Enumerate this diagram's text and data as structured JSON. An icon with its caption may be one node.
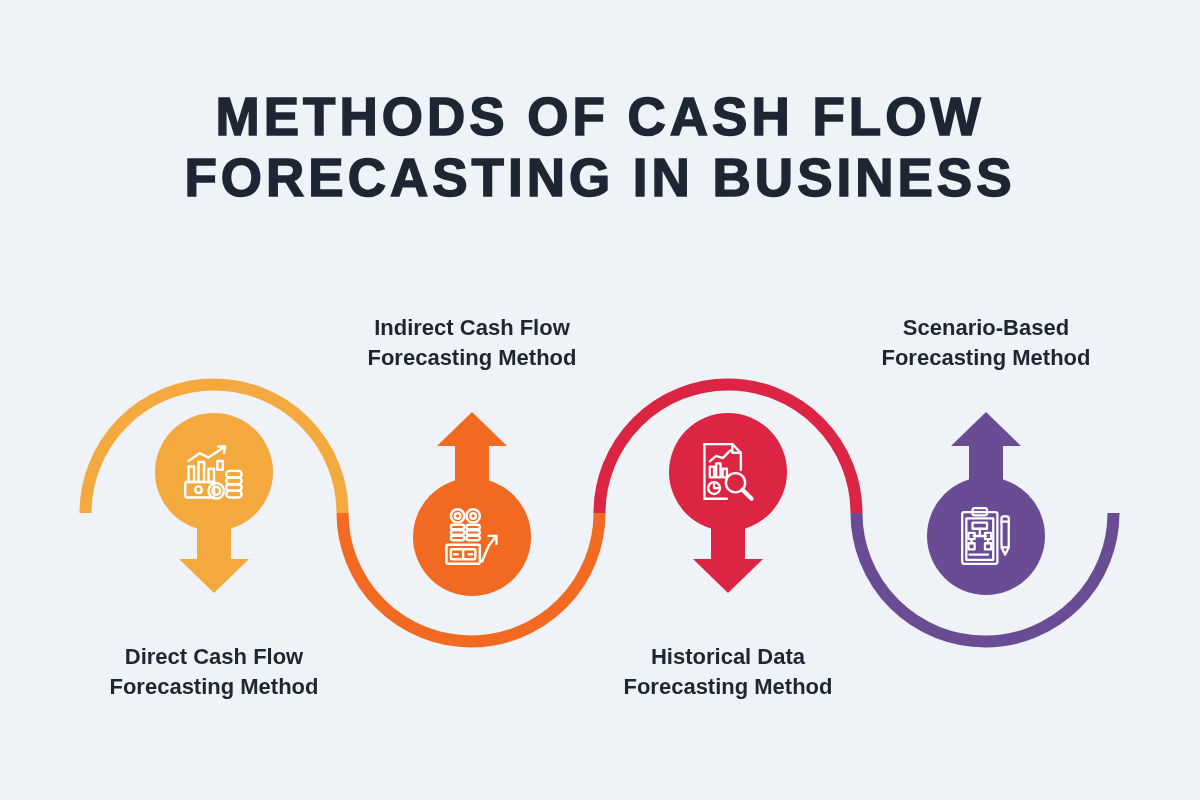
{
  "diagram": {
    "title": "METHODS OF CASH FLOW FORECASTING IN BUSINESS",
    "nodes": [
      {
        "text": [],
        "shape": "circle"
      },
      {
        "text": [
          "Direct Cash Flow Forecasting Method"
        ]
      },
      {
        "text": [],
        "shape": "circle"
      },
      {
        "text": [
          "Indirect Cash Flow Forecasting Method"
        ]
      },
      {
        "text": [],
        "shape": "circle"
      },
      {
        "text": [
          "Historical Data Forecasting Method"
        ]
      },
      {
        "text": [],
        "shape": "circle"
      },
      {
        "text": [
          "Scenario-Based Forecasting Method"
        ]
      }
    ],
    "edges": [
      {
        "from": 0,
        "to": 1,
        "arrow": "to",
        "color": "#f4a93e"
      },
      {
        "from": 2,
        "to": 3,
        "arrow": "to",
        "color": "#f26a21"
      },
      {
        "from": 4,
        "to": 5,
        "arrow": "to",
        "color": "#dc2542"
      },
      {
        "from": 6,
        "to": 7,
        "arrow": "to",
        "color": "#6a4c95"
      }
    ]
  }
}
